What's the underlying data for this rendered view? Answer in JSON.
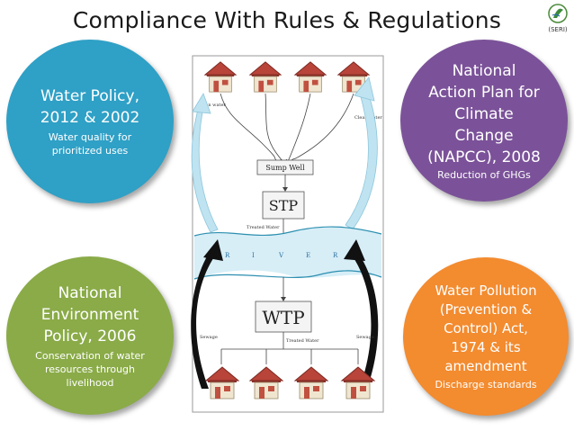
{
  "title": "Compliance With Rules & Regulations",
  "logo": {
    "text": "(SERI)"
  },
  "bubbles": {
    "water_policy": {
      "title_lines": [
        "Water Policy,",
        "2012 & 2002"
      ],
      "sub_lines": [
        "Water quality for",
        "prioritized uses"
      ],
      "color": "#2fa0c6"
    },
    "napcc": {
      "title_lines": [
        "National",
        "Action Plan for",
        "Climate",
        "Change",
        "(NAPCC), 2008"
      ],
      "sub_lines": [
        "Reduction of GHGs"
      ],
      "color": "#7b5299"
    },
    "nep": {
      "title_lines": [
        "National",
        "Environment",
        "Policy, 2006"
      ],
      "sub_lines": [
        "Conservation of water",
        "resources through",
        "livelihood"
      ],
      "color": "#8aab48"
    },
    "water_act": {
      "title_lines": [
        "Water Pollution",
        "(Prevention &",
        "Control) Act,",
        "1974 & its",
        "amendment"
      ],
      "sub_lines": [
        "Discharge standards"
      ],
      "color": "#f38b2f"
    }
  },
  "diagram": {
    "clean_water_left": "Clean water",
    "clean_water_right": "Clean water",
    "sump_well": "Sump Well",
    "stp": "STP",
    "treated_water_top": "Treated Water",
    "river_letters": [
      "R",
      "I",
      "V",
      "E",
      "R"
    ],
    "wtp": "WTP",
    "treated_water_bottom": "Treated Water",
    "sewage_left": "Sewage",
    "sewage_right": "Sewage"
  }
}
